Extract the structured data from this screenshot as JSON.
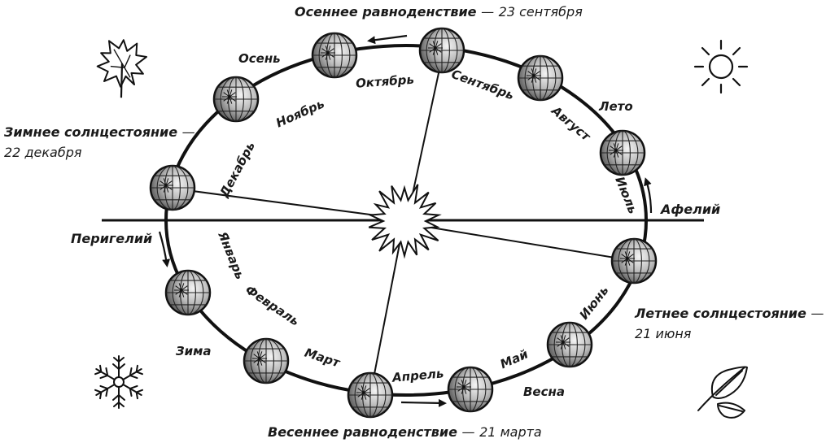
{
  "events": {
    "autumn_equinox": {
      "name": "Осеннее равноденствие",
      "date": "23 сентября"
    },
    "winter_solstice": {
      "name": "Зимнее солнцестояние",
      "date": "22 декабря"
    },
    "summer_solstice": {
      "name": "Летнее солнцестояние",
      "date": "21 июня"
    },
    "spring_equinox": {
      "name": "Весеннее равноденствие",
      "date": "21 марта"
    }
  },
  "dash": "—",
  "orbit_points": {
    "perihelion": "Перигелий",
    "aphelion": "Афелий"
  },
  "seasons": {
    "autumn": "Осень",
    "summer": "Лето",
    "winter": "Зима",
    "spring": "Весна"
  },
  "months": {
    "jan": "Январь",
    "feb": "Февраль",
    "mar": "Март",
    "apr": "Апрель",
    "may": "Май",
    "jun": "Июнь",
    "jul": "Июль",
    "aug": "Август",
    "sep": "Сентябрь",
    "oct": "Октябрь",
    "nov": "Ноябрь",
    "dec": "Декабрь"
  },
  "icons": {
    "autumn": "maple-leaf-icon",
    "summer": "sun-icon",
    "winter": "snowflake-icon",
    "spring": "leaves-icon",
    "center": "sun-burst-icon",
    "planet": "earth-globe-icon"
  }
}
